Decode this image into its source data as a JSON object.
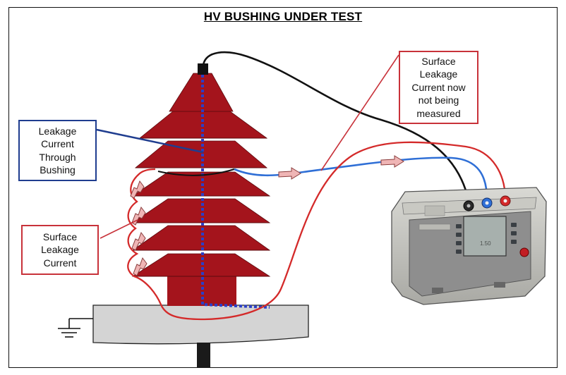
{
  "title": "HV BUSHING UNDER TEST",
  "labels": {
    "leakage_through_bushing": "Leakage\nCurrent\nThrough\nBushing",
    "surface_leakage_not_measured": "Surface\nLeakage\nCurrent now\nnot being\nmeasured",
    "surface_leakage": "Surface\nLeakage\nCurrent"
  },
  "colors": {
    "bushing": "#a4141c",
    "guard_wire": "#2f6fd6",
    "line_wire": "#d42a2a",
    "black_wire": "#111111",
    "callout_blue": "#1f3d8f",
    "callout_red": "#c8323a"
  }
}
